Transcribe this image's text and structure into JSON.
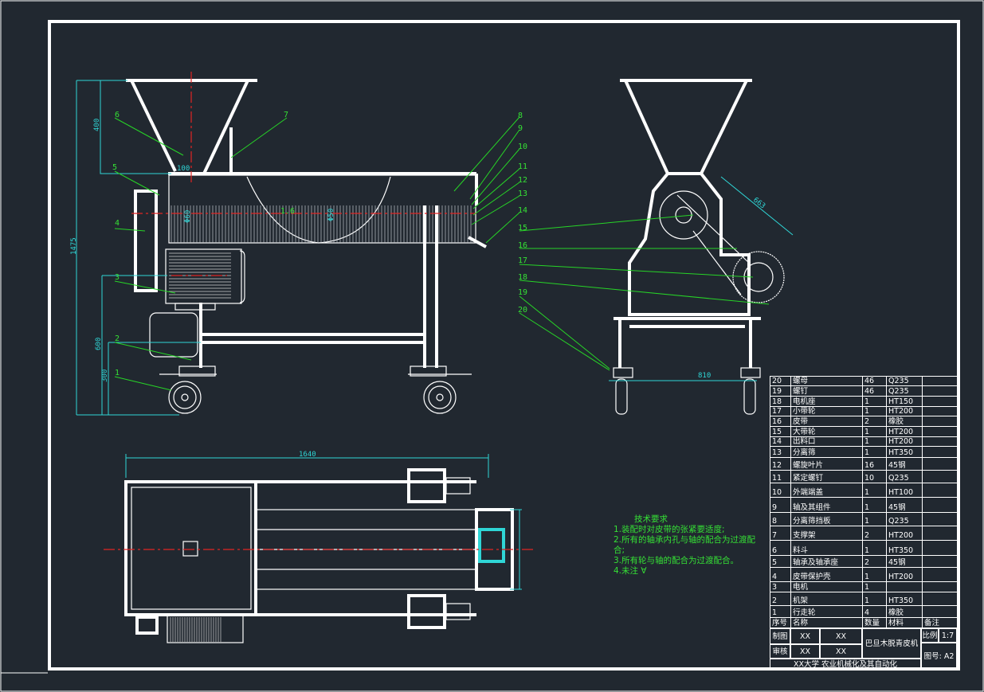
{
  "drawing": {
    "dimensions": {
      "d400": "400",
      "d1475": "1475",
      "d600": "600",
      "d300": "300",
      "d100": "100",
      "d60": "Φ60",
      "d50": "Φ50",
      "rough": "1.6",
      "d1640": "1640",
      "d810": "810",
      "d663": "663"
    },
    "callouts": [
      "1",
      "2",
      "3",
      "4",
      "5",
      "6",
      "7",
      "8",
      "9",
      "10",
      "11",
      "12",
      "13",
      "14",
      "15",
      "16",
      "17",
      "18",
      "19",
      "20"
    ]
  },
  "notes": {
    "title": "技术要求",
    "items": [
      "1.装配时对皮带的张紧要适度;",
      "2.所有的轴承内孔与轴的配合为过渡配合;",
      "3.所有轮与轴的配合为过渡配合。",
      "4.未注 ∀"
    ]
  },
  "bom": {
    "rows": [
      [
        "20",
        "螺母",
        "46",
        "Q235",
        ""
      ],
      [
        "19",
        "螺钉",
        "46",
        "Q235",
        ""
      ],
      [
        "18",
        "电机座",
        "1",
        "HT150",
        ""
      ],
      [
        "17",
        "小带轮",
        "1",
        "HT200",
        ""
      ],
      [
        "16",
        "皮带",
        "2",
        "橡胶",
        ""
      ],
      [
        "15",
        "大带轮",
        "1",
        "HT200",
        ""
      ],
      [
        "14",
        "出料口",
        "1",
        "HT200",
        ""
      ],
      [
        "13",
        "分离筛",
        "1",
        "HT350",
        ""
      ],
      [
        "12",
        "螺旋叶片",
        "16",
        "45钢",
        ""
      ],
      [
        "11",
        "紧定螺钉",
        "10",
        "Q235",
        ""
      ],
      [
        "10",
        "外端端盖",
        "1",
        "HT100",
        ""
      ],
      [
        "9",
        "轴及其组件",
        "1",
        "45钢",
        ""
      ],
      [
        "8",
        "分离筛挡板",
        "1",
        "Q235",
        ""
      ],
      [
        "7",
        "支撑架",
        "2",
        "HT200",
        ""
      ],
      [
        "6",
        "料斗",
        "1",
        "HT350",
        ""
      ],
      [
        "5",
        "轴承及轴承座",
        "2",
        "45钢",
        ""
      ],
      [
        "4",
        "皮带保护壳",
        "1",
        "HT200",
        ""
      ],
      [
        "3",
        "电机",
        "1",
        "",
        ""
      ],
      [
        "2",
        "机架",
        "1",
        "HT350",
        ""
      ],
      [
        "1",
        "行走轮",
        "4",
        "橡胶",
        ""
      ]
    ],
    "header": [
      "序号",
      "名称",
      "数量",
      "材料",
      "备注"
    ]
  },
  "title_block": {
    "drawn_label": "制图",
    "drawn_by": "XX",
    "drawn_date": "XX",
    "check_label": "审核",
    "checked_by": "XX",
    "checked_date": "XX",
    "product": "巴旦木脱青皮机",
    "scale_label": "比例",
    "scale": "1:7",
    "drawing_no": "图号: A2",
    "school": "XX大学 农业机械化及其自动化"
  }
}
